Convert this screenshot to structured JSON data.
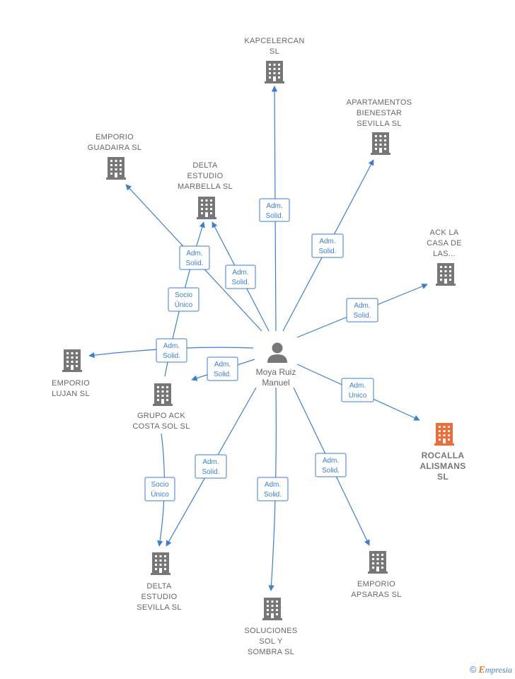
{
  "center": {
    "name_lines": [
      "Moya Ruiz",
      "Manuel"
    ]
  },
  "companies": [
    {
      "id": "kapcelercan",
      "lines": [
        "KAPCELERCAN",
        "SL"
      ],
      "highlight": false
    },
    {
      "id": "apartamentos",
      "lines": [
        "APARTAMENTOS",
        "BIENESTAR",
        "SEVILLA  SL"
      ],
      "highlight": false
    },
    {
      "id": "emporio-guadaira",
      "lines": [
        "EMPORIO",
        "GUADAIRA SL"
      ],
      "highlight": false
    },
    {
      "id": "delta-marbella",
      "lines": [
        "DELTA",
        "ESTUDIO",
        "MARBELLA  SL"
      ],
      "highlight": false
    },
    {
      "id": "ack-casa",
      "lines": [
        "ACK LA",
        "CASA DE",
        "LAS..."
      ],
      "highlight": false
    },
    {
      "id": "emporio-lujan",
      "lines": [
        "EMPORIO",
        "LUJAN  SL"
      ],
      "highlight": false
    },
    {
      "id": "grupo-ack",
      "lines": [
        "GRUPO ACK",
        "COSTA SOL  SL"
      ],
      "highlight": false
    },
    {
      "id": "rocalla",
      "lines": [
        "ROCALLA",
        "ALISMANS",
        "SL"
      ],
      "highlight": true
    },
    {
      "id": "delta-sevilla",
      "lines": [
        "DELTA",
        "ESTUDIO",
        "SEVILLA  SL"
      ],
      "highlight": false
    },
    {
      "id": "soluciones",
      "lines": [
        "SOLUCIONES",
        "SOL Y",
        "SOMBRA  SL"
      ],
      "highlight": false
    },
    {
      "id": "emporio-apsaras",
      "lines": [
        "EMPORIO",
        "APSARAS SL"
      ],
      "highlight": false
    }
  ],
  "edges": [
    {
      "id": "to-kapcelercan",
      "lines": [
        "Adm.",
        "Solid."
      ]
    },
    {
      "id": "to-apartamentos",
      "lines": [
        "Adm.",
        "Solid."
      ]
    },
    {
      "id": "to-guadaira",
      "lines": [
        "Adm.",
        "Solid."
      ]
    },
    {
      "id": "to-marbella",
      "lines": [
        "Adm.",
        "Solid."
      ]
    },
    {
      "id": "grupo-to-marbella",
      "lines": [
        "Socio",
        "Único"
      ]
    },
    {
      "id": "to-ack-casa",
      "lines": [
        "Adm.",
        "Solid."
      ]
    },
    {
      "id": "to-lujan",
      "lines": [
        "Adm.",
        "Solid."
      ]
    },
    {
      "id": "to-grupo-ack",
      "lines": [
        "Adm.",
        "Solid."
      ]
    },
    {
      "id": "to-rocalla",
      "lines": [
        "Adm.",
        "Unico"
      ]
    },
    {
      "id": "grupo-to-delta-sevilla",
      "lines": [
        "Socio",
        "Único"
      ]
    },
    {
      "id": "to-delta-sevilla",
      "lines": [
        "Adm.",
        "Solid."
      ]
    },
    {
      "id": "to-soluciones",
      "lines": [
        "Adm.",
        "Solid."
      ]
    },
    {
      "id": "to-apsaras",
      "lines": [
        "Adm.",
        "Solid."
      ]
    }
  ],
  "colors": {
    "edge": "#3a7fd5",
    "building": "#777777",
    "building_highlight": "#f26a35",
    "person": "#777777"
  },
  "footer": {
    "copyright_symbol": "©",
    "brand_initial": "E",
    "brand_rest": "mpresia"
  }
}
